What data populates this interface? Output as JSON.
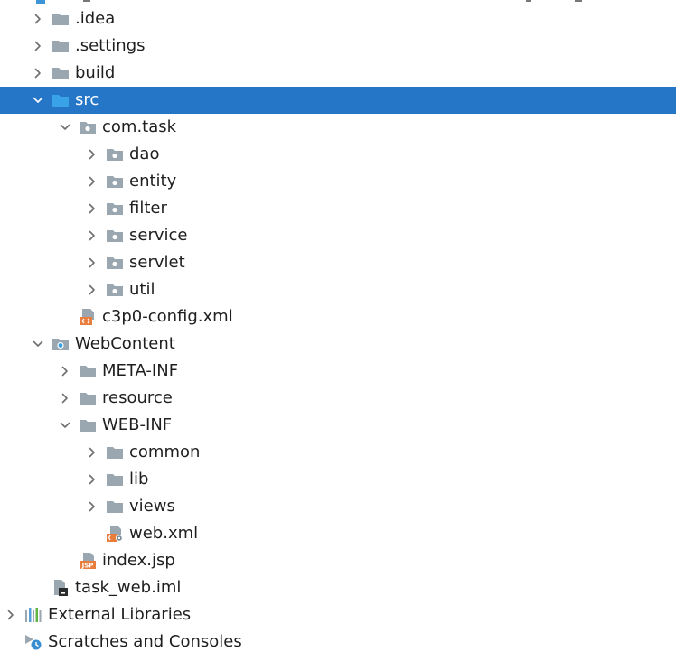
{
  "colors": {
    "selection": "#2676c8",
    "folder": "#9aa7b0",
    "folder_selected": "#3aa2e6",
    "xml_badge": "#e87d3e"
  },
  "tree": {
    "items": [
      {
        "label": ".idea",
        "depth": 1,
        "arrow": "collapsed",
        "icon": "folder-icon"
      },
      {
        "label": ".settings",
        "depth": 1,
        "arrow": "collapsed",
        "icon": "folder-icon"
      },
      {
        "label": "build",
        "depth": 1,
        "arrow": "collapsed",
        "icon": "folder-icon"
      },
      {
        "label": "src",
        "depth": 1,
        "arrow": "expanded",
        "icon": "source-folder-icon",
        "selected": true
      },
      {
        "label": "com.task",
        "depth": 2,
        "arrow": "expanded",
        "icon": "package-icon"
      },
      {
        "label": "dao",
        "depth": 3,
        "arrow": "collapsed",
        "icon": "package-icon"
      },
      {
        "label": "entity",
        "depth": 3,
        "arrow": "collapsed",
        "icon": "package-icon"
      },
      {
        "label": "filter",
        "depth": 3,
        "arrow": "collapsed",
        "icon": "package-icon"
      },
      {
        "label": "service",
        "depth": 3,
        "arrow": "collapsed",
        "icon": "package-icon"
      },
      {
        "label": "servlet",
        "depth": 3,
        "arrow": "collapsed",
        "icon": "package-icon"
      },
      {
        "label": "util",
        "depth": 3,
        "arrow": "collapsed",
        "icon": "package-icon"
      },
      {
        "label": "c3p0-config.xml",
        "depth": 2,
        "arrow": "none",
        "icon": "xml-file-icon"
      },
      {
        "label": "WebContent",
        "depth": 1,
        "arrow": "expanded",
        "icon": "web-folder-icon"
      },
      {
        "label": "META-INF",
        "depth": 2,
        "arrow": "collapsed",
        "icon": "folder-icon"
      },
      {
        "label": "resource",
        "depth": 2,
        "arrow": "collapsed",
        "icon": "folder-icon"
      },
      {
        "label": "WEB-INF",
        "depth": 2,
        "arrow": "expanded",
        "icon": "folder-icon"
      },
      {
        "label": "common",
        "depth": 3,
        "arrow": "collapsed",
        "icon": "folder-icon"
      },
      {
        "label": "lib",
        "depth": 3,
        "arrow": "collapsed",
        "icon": "folder-icon"
      },
      {
        "label": "views",
        "depth": 3,
        "arrow": "collapsed",
        "icon": "folder-icon"
      },
      {
        "label": "web.xml",
        "depth": 3,
        "arrow": "none",
        "icon": "web-xml-icon"
      },
      {
        "label": "index.jsp",
        "depth": 2,
        "arrow": "none",
        "icon": "jsp-file-icon"
      },
      {
        "label": "task_web.iml",
        "depth": 1,
        "arrow": "none",
        "icon": "iml-file-icon"
      },
      {
        "label": "External Libraries",
        "depth": 0,
        "arrow": "collapsed",
        "icon": "libraries-icon"
      },
      {
        "label": "Scratches and Consoles",
        "depth": 0,
        "arrow": "none",
        "icon": "scratches-icon"
      }
    ]
  }
}
